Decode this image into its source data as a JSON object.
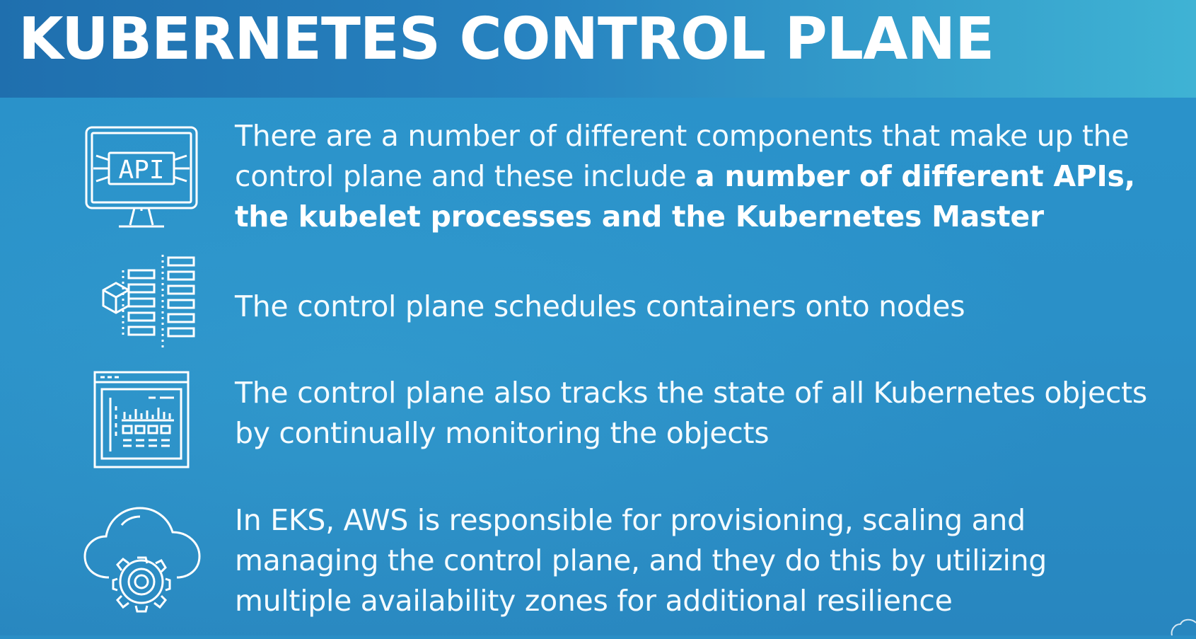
{
  "slide": {
    "title": "KUBERNETES CONTROL PLANE",
    "items": [
      {
        "icon": "api-monitor-icon",
        "text_plain": "There are a number of different components that make up the control plane and these include ",
        "text_bold": "a number of different APIs, the kubelet processes and the Kubernetes Master",
        "icon_label": "API"
      },
      {
        "icon": "container-nodes-icon",
        "text_plain": "The control plane schedules containers onto nodes",
        "text_bold": ""
      },
      {
        "icon": "monitoring-dashboard-icon",
        "text_plain": "The control plane also tracks the state of all Kubernetes objects by continually monitoring the objects",
        "text_bold": ""
      },
      {
        "icon": "cloud-gear-icon",
        "text_plain": "In EKS, AWS is responsible for provisioning, scaling and managing the control plane, and they do this by utilizing multiple availability zones for additional resilience",
        "text_bold": ""
      }
    ]
  },
  "colors": {
    "background": "#2a90c8",
    "title_band_start": "#1f6fae",
    "title_band_end": "#3fb3d4",
    "text": "#ffffff"
  }
}
